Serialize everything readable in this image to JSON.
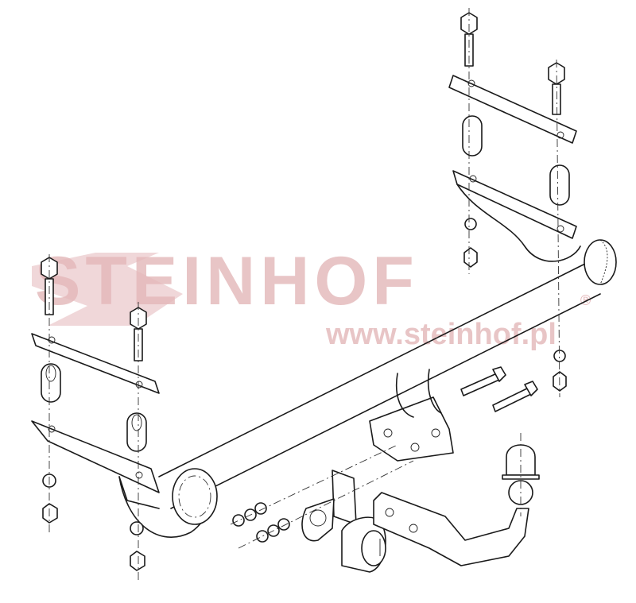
{
  "diagram": {
    "type": "exploded-assembly",
    "subject": "tow bar hitch assembly",
    "watermark": {
      "brand": "STEINHOF",
      "registered": "®",
      "url": "www.steinhof.pl",
      "color": "#e3b7b9"
    },
    "parts": [
      "main crossbar",
      "left bracket",
      "right bracket",
      "mounting plates",
      "spacer sleeves",
      "hex bolts",
      "nuts",
      "washers",
      "detachable ball neck",
      "ball cover cap",
      "socket plate",
      "13-pin electrical socket"
    ]
  }
}
